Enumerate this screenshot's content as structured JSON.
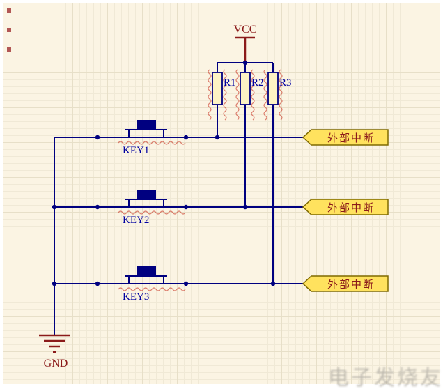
{
  "colors": {
    "wire": "#000080",
    "power": "#8b1a1a",
    "label_blue": "#0000a0",
    "resistor_fill": "#fdf3c4",
    "port_fill": "#ffe25e",
    "port_border": "#7f6a00",
    "port_text": "#8b1a1a",
    "squiggle": "#cc4433",
    "corner_mark": "#a03030",
    "watermark": "#b5b1a8"
  },
  "power": {
    "vcc": "VCC",
    "gnd": "GND"
  },
  "resistors": [
    {
      "name": "R1"
    },
    {
      "name": "R2"
    },
    {
      "name": "R3"
    }
  ],
  "keys": [
    {
      "name": "KEY1"
    },
    {
      "name": "KEY2"
    },
    {
      "name": "KEY3"
    }
  ],
  "ports": [
    {
      "label": "外部中断"
    },
    {
      "label": "外部中断"
    },
    {
      "label": "外部中断"
    }
  ],
  "watermark": {
    "text": "电子发烧友"
  }
}
